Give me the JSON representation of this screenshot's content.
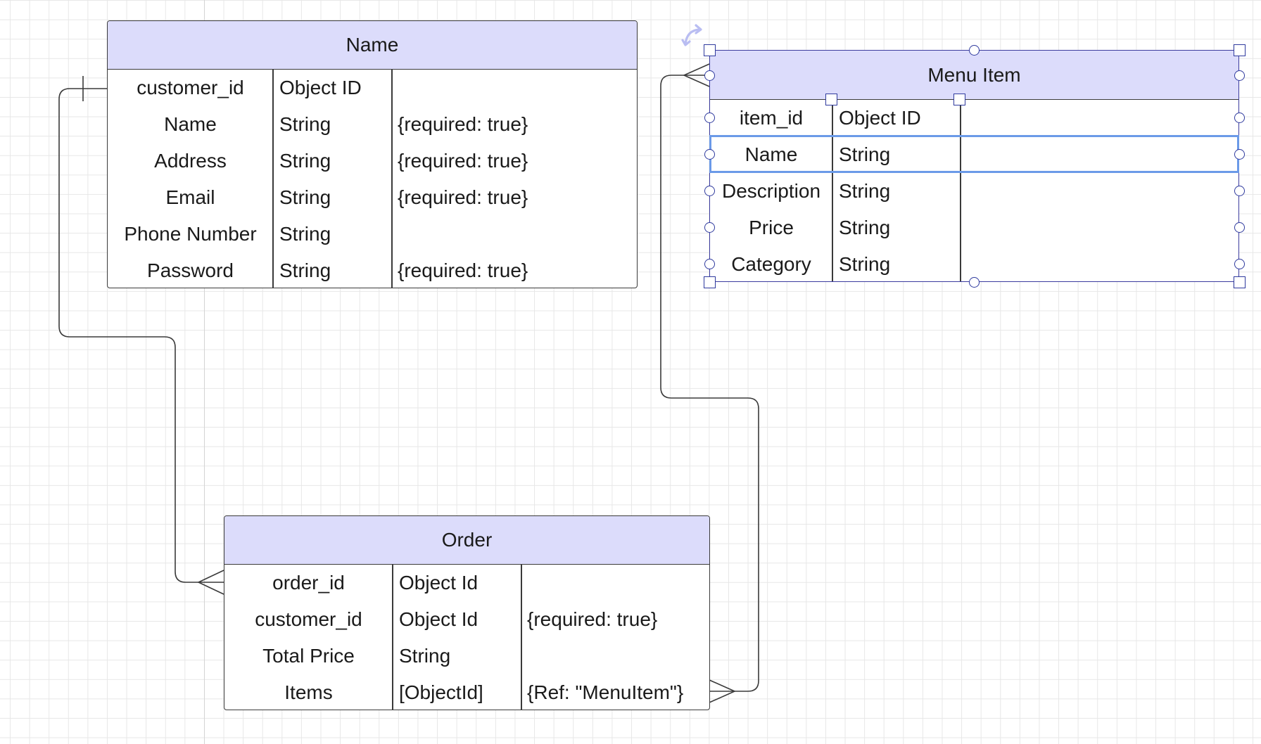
{
  "entities": {
    "customer": {
      "title": "Name",
      "rows": [
        {
          "name": "customer_id",
          "type": "Object ID",
          "options": ""
        },
        {
          "name": "Name",
          "type": "String",
          "options": "{required: true}"
        },
        {
          "name": "Address",
          "type": "String",
          "options": "{required: true}"
        },
        {
          "name": "Email",
          "type": "String",
          "options": "{required: true}"
        },
        {
          "name": "Phone Number",
          "type": "String",
          "options": ""
        },
        {
          "name": "Password",
          "type": "String",
          "options": "{required: true}"
        }
      ]
    },
    "menu_item": {
      "title": "Menu Item",
      "rows": [
        {
          "name": "item_id",
          "type": "Object ID",
          "options": ""
        },
        {
          "name": "Name",
          "type": "String",
          "options": ""
        },
        {
          "name": "Description",
          "type": "String",
          "options": ""
        },
        {
          "name": "Price",
          "type": "String",
          "options": ""
        },
        {
          "name": "Category",
          "type": "String",
          "options": ""
        }
      ]
    },
    "order": {
      "title": "Order",
      "rows": [
        {
          "name": "order_id",
          "type": "Object Id",
          "options": ""
        },
        {
          "name": "customer_id",
          "type": "Object Id",
          "options": "{required: true}"
        },
        {
          "name": "Total Price",
          "type": "String",
          "options": ""
        },
        {
          "name": "Items",
          "type": "[ObjectId]",
          "options": "{Ref: \"MenuItem\"}"
        }
      ]
    }
  },
  "selection": {
    "selected_entity": "menu_item",
    "highlighted_row": 1
  },
  "colors": {
    "header_fill": "#dcdcfb",
    "border": "#3a3a3a",
    "selection": "#2f3a9e",
    "row_highlight": "#6b9ae8",
    "connector": "#3a3a3a"
  }
}
